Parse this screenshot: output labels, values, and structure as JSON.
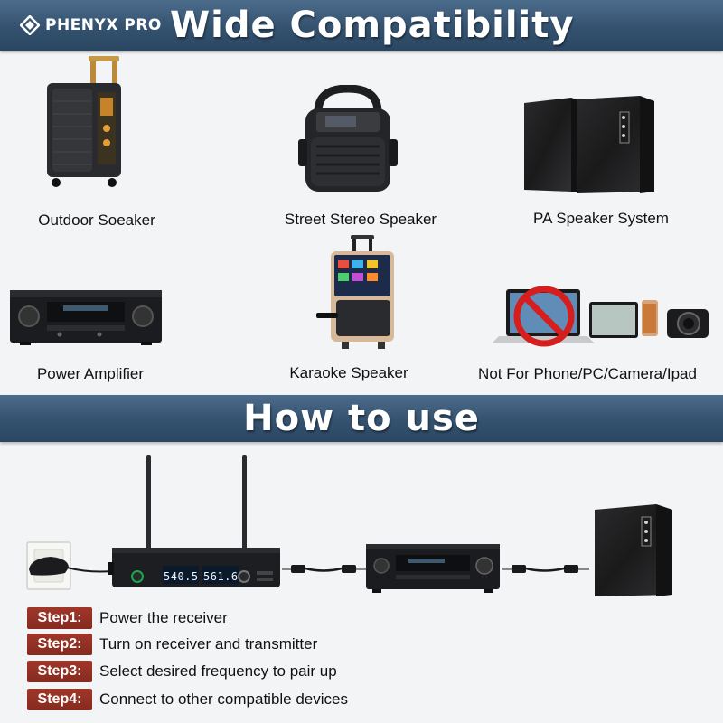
{
  "brand": {
    "name": "PHENYX PRO"
  },
  "sections": {
    "compatibility_title": "Wide Compatibility",
    "howto_title": "How to use"
  },
  "products": [
    {
      "label": "Outdoor Soeaker",
      "icon": "outdoor-speaker-icon"
    },
    {
      "label": "Street Stereo Speaker",
      "icon": "street-stereo-speaker-icon"
    },
    {
      "label": "PA Speaker System",
      "icon": "pa-speaker-icon"
    },
    {
      "label": "Power Amplifier",
      "icon": "power-amplifier-icon"
    },
    {
      "label": "Karaoke Speaker",
      "icon": "karaoke-speaker-icon"
    },
    {
      "label": "Not For Phone/PC/Camera/Ipad",
      "icon": "no-devices-icon"
    }
  ],
  "receiver_display": {
    "freq_a": "540.5",
    "freq_b": "561.6"
  },
  "steps": [
    {
      "badge": "Step1:",
      "text": "Power the receiver"
    },
    {
      "badge": "Step2:",
      "text": "Turn on receiver and transmitter"
    },
    {
      "badge": "Step3:",
      "text": "Select desired frequency to pair up"
    },
    {
      "badge": "Step4:",
      "text": "Connect to other compatible devices"
    }
  ],
  "colors": {
    "banner": "#3a5775",
    "step_badge": "#952f23",
    "device_dark": "#1c1d20",
    "prohibited_red": "#d61e1e"
  }
}
